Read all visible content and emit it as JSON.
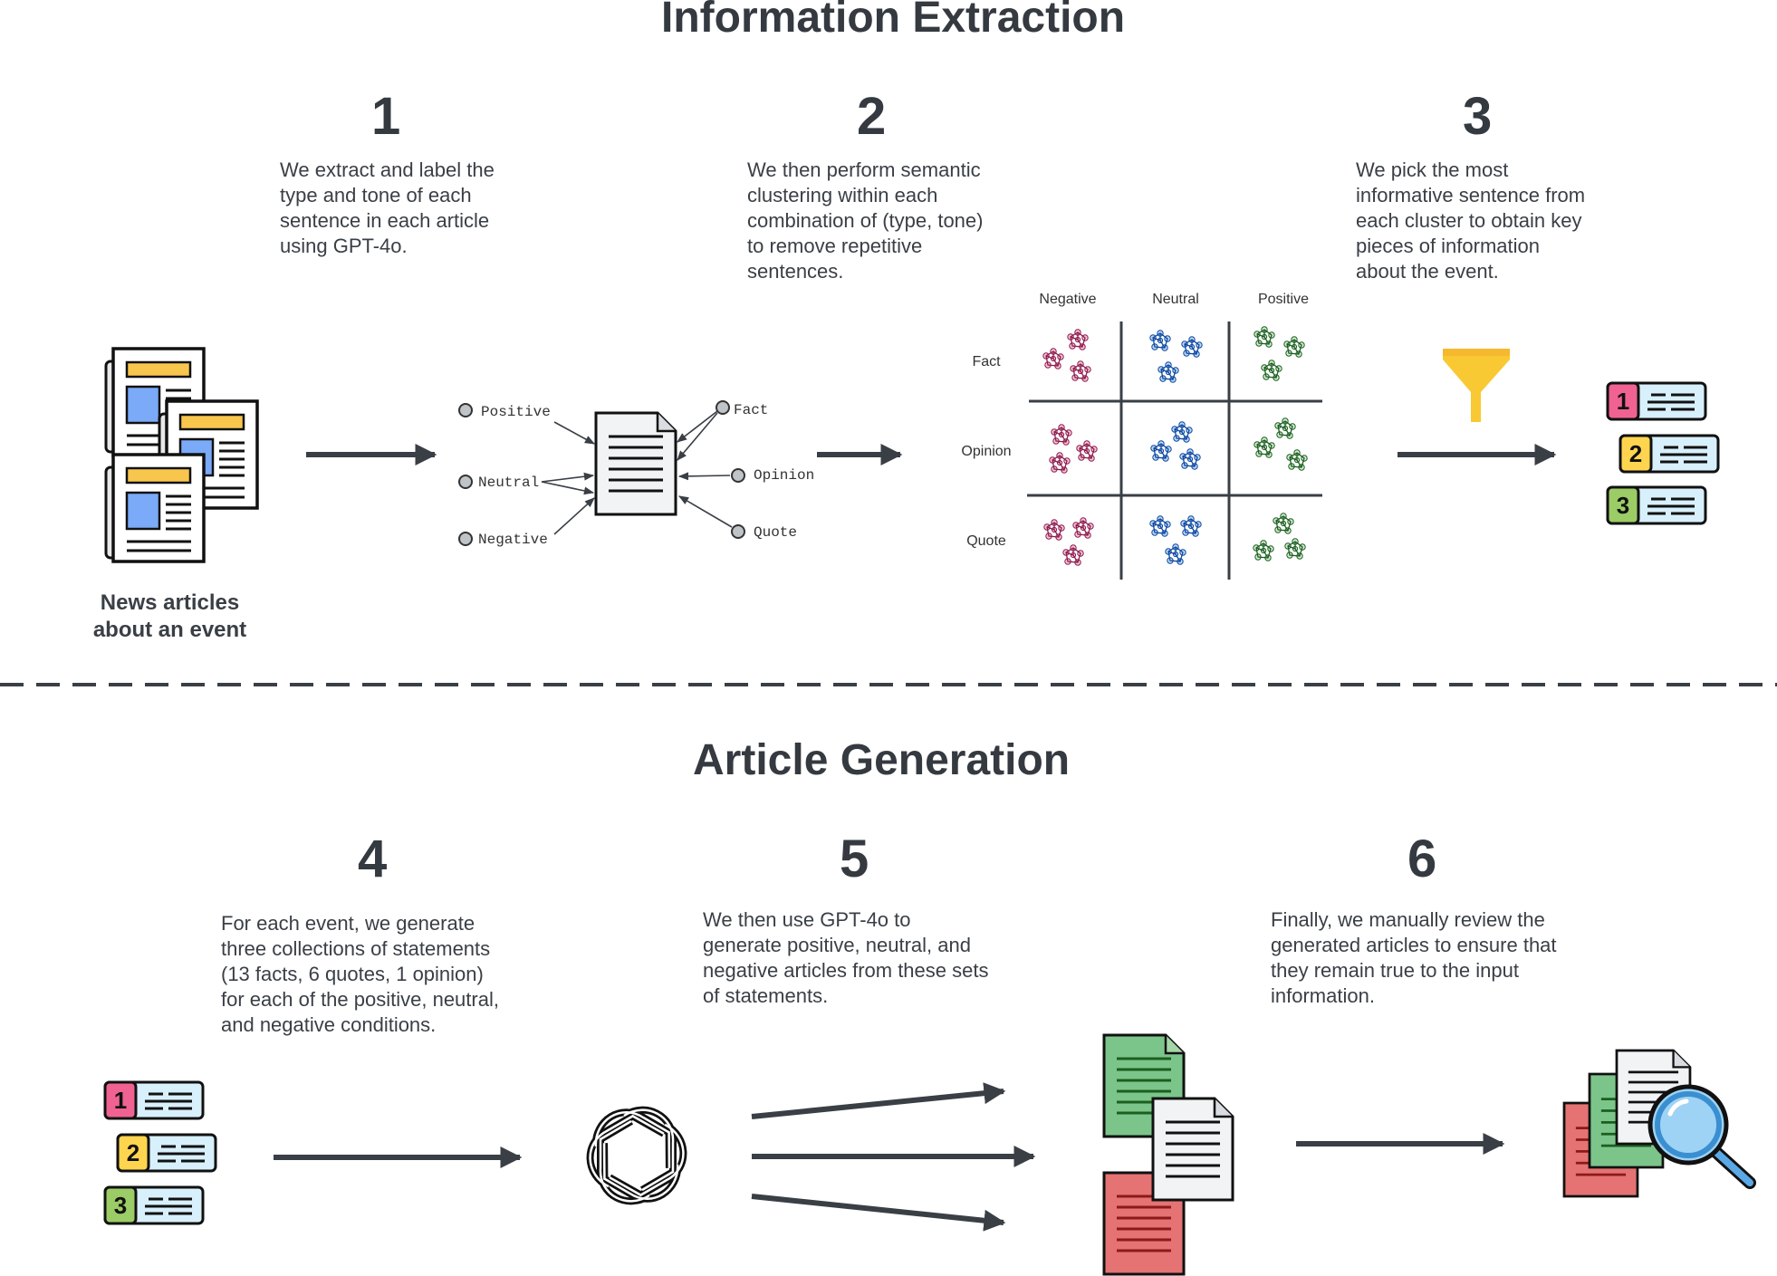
{
  "sections": {
    "extraction_title": "Information Extraction",
    "generation_title": "Article Generation"
  },
  "steps": [
    {
      "number": "1",
      "text": "We extract and label the\ntype and tone of each\nsentence in each article\nusing GPT-4o."
    },
    {
      "number": "2",
      "text": "We then perform semantic\nclustering within each\ncombination of (type, tone)\nto remove repetitive\nsentences."
    },
    {
      "number": "3",
      "text": "We pick the most\ninformative sentence from\neach cluster to obtain key\npieces of information\nabout the event."
    },
    {
      "number": "4",
      "text": "For each event, we generate\nthree collections of statements\n(13 facts, 6 quotes, 1 opinion)\nfor each of the positive, neutral,\nand negative conditions."
    },
    {
      "number": "5",
      "text": "We then use GPT-4o to\ngenerate positive, neutral, and\nnegative articles from these sets\nof statements."
    },
    {
      "number": "6",
      "text": "Finally, we manually review the\ngenerated articles to ensure that\nthey remain true to the input\ninformation."
    }
  ],
  "news_caption": "News articles\nabout an event",
  "labeling": {
    "tones": [
      "Positive",
      "Neutral",
      "Negative"
    ],
    "types": [
      "Fact",
      "Opinion",
      "Quote"
    ]
  },
  "grid": {
    "columns": [
      "Negative",
      "Neutral",
      "Positive"
    ],
    "rows": [
      "Fact",
      "Opinion",
      "Quote"
    ]
  },
  "ranked_list": [
    "1",
    "2",
    "3"
  ],
  "colors": {
    "text": "#3a3f46",
    "arrow": "#3a3f46",
    "rank1": "#f06292",
    "rank2": "#ffd54f",
    "rank3": "#9ccc65",
    "negative_cluster": "#c2185b",
    "neutral_cluster": "#1565c0",
    "positive_cluster": "#2e7d32",
    "funnel": "#f9c933",
    "doc_green": "#7cc58a",
    "doc_red": "#e57373"
  }
}
